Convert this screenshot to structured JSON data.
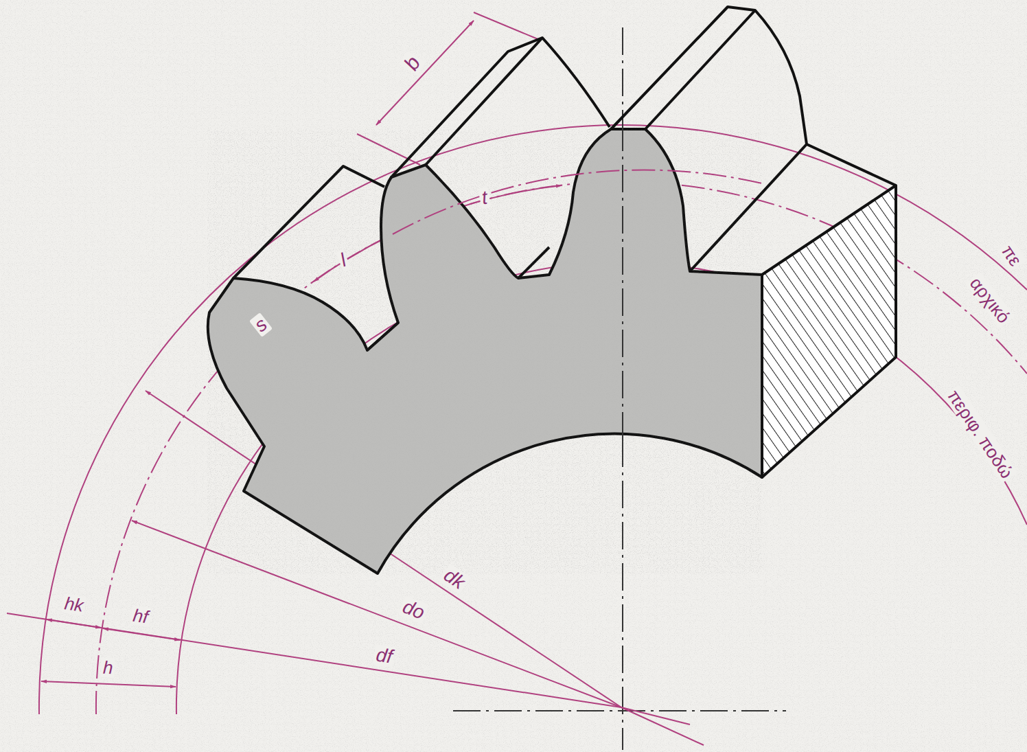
{
  "diagram": {
    "labels": [
      "b",
      "t",
      "l",
      "s",
      "dk",
      "do",
      "df",
      "hk",
      "hf",
      "h",
      "πε",
      "αρχικό",
      "περιφ. ποδώ"
    ]
  }
}
